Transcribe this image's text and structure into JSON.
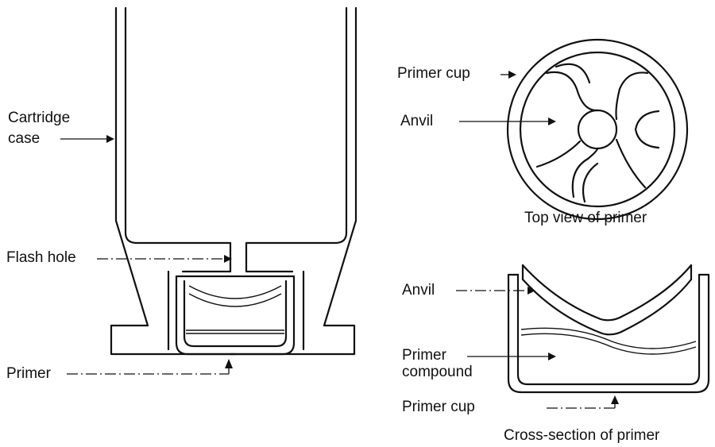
{
  "labels": {
    "cartridge_case_line1": "Cartridge",
    "cartridge_case_line2": "case",
    "flash_hole": "Flash hole",
    "primer": "Primer",
    "top_primer_cup": "Primer cup",
    "top_anvil": "Anvil",
    "cross_anvil": "Anvil",
    "primer_compound_line1": "Primer",
    "primer_compound_line2": "compound",
    "cross_primer_cup": "Primer cup"
  },
  "captions": {
    "top_view": "Top view of primer",
    "cross_section": "Cross-section of primer"
  }
}
